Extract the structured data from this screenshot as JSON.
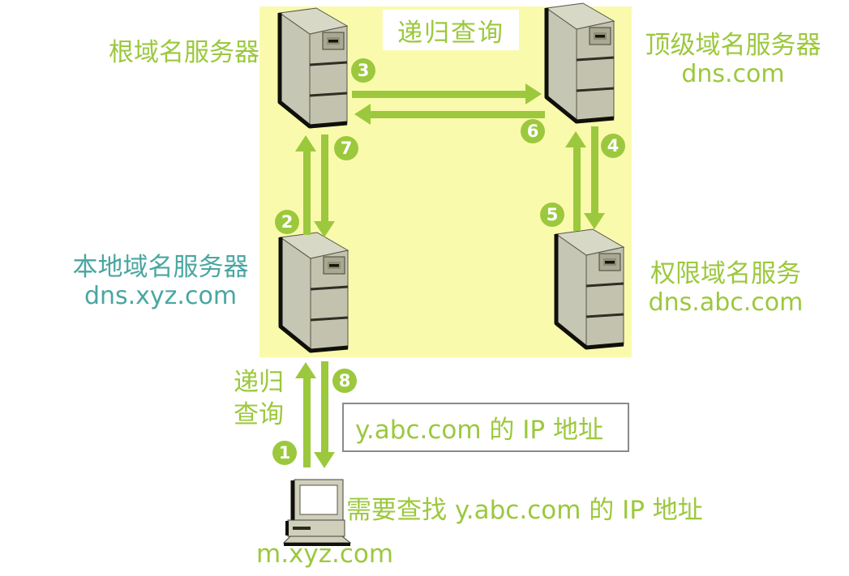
{
  "palette": {
    "green": "#9cc83d",
    "teal": "#4aa6a1",
    "panel_yellow": "#fafaad",
    "server_body": "#c2c2ae",
    "answer_box_border": "#8a8a8a"
  },
  "diagram": {
    "title": "递归查询",
    "servers": {
      "root": {
        "label": "根域名服务器"
      },
      "tld": {
        "label": "顶级域名服务器",
        "hostname": "dns.com"
      },
      "local": {
        "label": "本地域名服务器",
        "hostname": "dns.xyz.com"
      },
      "auth": {
        "label": "权限域名服务",
        "hostname": "dns.abc.com"
      }
    },
    "client": {
      "hostname": "m.xyz.com",
      "caption": "需要查找 y.abc.com 的 IP 地址"
    },
    "side_query": {
      "line1": "递归",
      "line2": "查询"
    },
    "answer_box": "y.abc.com 的 IP 地址",
    "steps": [
      "1",
      "2",
      "3",
      "4",
      "5",
      "6",
      "7",
      "8"
    ]
  }
}
